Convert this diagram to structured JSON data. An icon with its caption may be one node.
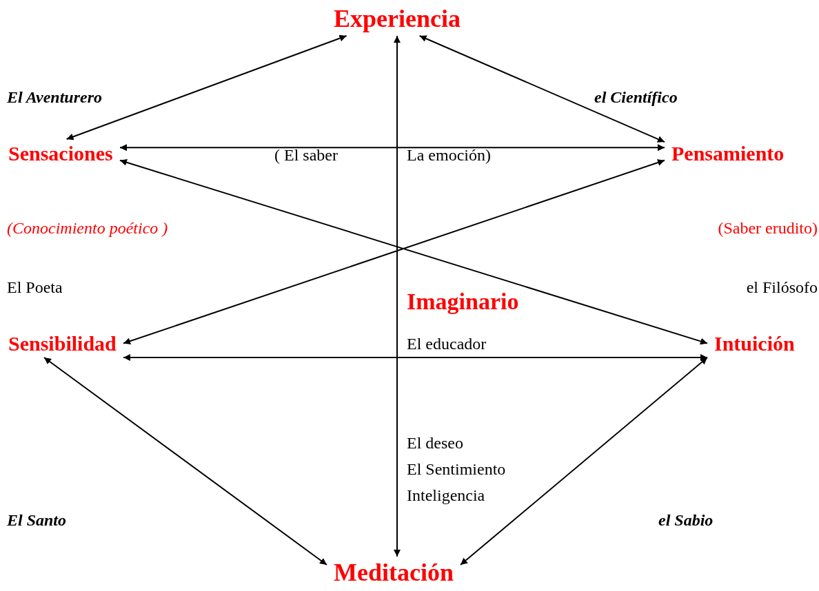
{
  "diagram": {
    "nodes": [
      {
        "text": [
          "Experiencia"
        ]
      },
      {
        "text": [
          "Sensaciones"
        ]
      },
      {
        "text": [
          "Pensamiento"
        ]
      },
      {
        "text": [
          "Sensibilidad"
        ]
      },
      {
        "text": [
          "Intuición"
        ]
      },
      {
        "text": [
          "Meditación"
        ]
      }
    ],
    "edges": [
      {
        "from": 0,
        "to": 1,
        "arrow": "both"
      },
      {
        "from": 0,
        "to": 2,
        "arrow": "both"
      },
      {
        "from": 1,
        "to": 2,
        "arrow": "both"
      },
      {
        "from": 1,
        "to": 4,
        "arrow": "both"
      },
      {
        "from": 2,
        "to": 3,
        "arrow": "both"
      },
      {
        "from": 3,
        "to": 4,
        "arrow": "both"
      },
      {
        "from": 3,
        "to": 5,
        "arrow": "both"
      },
      {
        "from": 4,
        "to": 5,
        "arrow": "both"
      },
      {
        "from": 0,
        "to": 5,
        "arrow": "both"
      }
    ],
    "labels": [
      "El Aventurero",
      "el Científico",
      "( El saber",
      "La emoción)",
      "(Conocimiento poético )",
      "(Saber erudito)",
      "Imaginario",
      "El Poeta",
      "el Filósofo",
      "El educador",
      "El deseo",
      "El Sentimiento",
      "Inteligencia",
      "El Santo",
      "el Sabio"
    ]
  }
}
